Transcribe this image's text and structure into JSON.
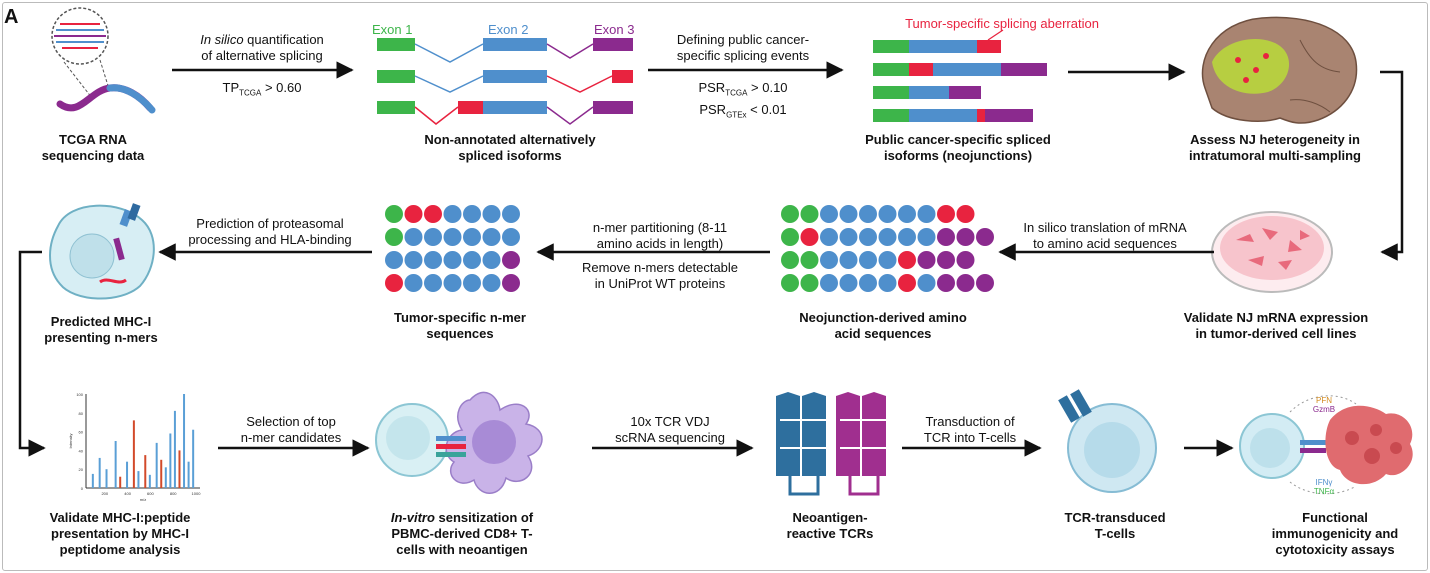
{
  "panel_label": "A",
  "row1": {
    "tcga_label_l1": "TCGA RNA",
    "tcga_label_l2": "sequencing data",
    "arrow1_l1_italic": "In silico",
    "arrow1_l1_rest": " quantification",
    "arrow1_l2": "of alternative splicing",
    "arrow1_l3_main": "TP",
    "arrow1_l3_sub": "TCGA",
    "arrow1_l3_rest": " > 0.60",
    "exon1": "Exon 1",
    "exon2": "Exon 2",
    "exon3": "Exon 3",
    "isoforms_label_l1": "Non-annotated alternatively",
    "isoforms_label_l2": "spliced isoforms",
    "arrow2_l1": "Defining public cancer-",
    "arrow2_l2": "specific splicing events",
    "arrow2_l3_main": "PSR",
    "arrow2_l3_sub": "TCGA",
    "arrow2_l3_rest": " > 0.10",
    "arrow2_l4_main": "PSR",
    "arrow2_l4_sub": "GTEx",
    "arrow2_l4_rest": " < 0.01",
    "aberration": "Tumor-specific splicing aberration",
    "public_label_l1": "Public cancer-specific spliced",
    "public_label_l2": "isoforms (neojunctions)",
    "brain_label_l1": "Assess NJ heterogeneity in",
    "brain_label_l2": "intratumoral multi-sampling"
  },
  "row2": {
    "mhc_label_l1": "Predicted MHC-I",
    "mhc_label_l2": "presenting n-mers",
    "arrow_pred_l1": "Prediction of proteasomal",
    "arrow_pred_l2": "processing and HLA-binding",
    "nmer_label_l1": "Tumor-specific n-mer",
    "nmer_label_l2": "sequences",
    "arrow_part_l1": "n-mer partitioning (8-11",
    "arrow_part_l2": "amino acids in length)",
    "arrow_part_l3": "Remove n-mers detectable",
    "arrow_part_l4": "in UniProt WT proteins",
    "neo_label_l1": "Neojunction-derived amino",
    "neo_label_l2": "acid sequences",
    "arrow_trans_l1": "In silico translation of mRNA",
    "arrow_trans_l2": "to amino acid sequences",
    "dish_label_l1": "Validate NJ mRNA expression",
    "dish_label_l2": "in tumor-derived cell lines"
  },
  "row3": {
    "ms_label_l1": "Validate MHC-I:peptide",
    "ms_label_l2": "presentation by MHC-I",
    "ms_label_l3": "peptidome analysis",
    "ms_ylabel": "Intensity",
    "ms_xlabel": "m/z",
    "ms_yticks": [
      "100",
      "80",
      "60",
      "40",
      "20",
      "0"
    ],
    "ms_xticks": [
      "200",
      "400",
      "600",
      "800",
      "1000"
    ],
    "arrow_sel_l1": "Selection of top",
    "arrow_sel_l2": "n-mer candidates",
    "invitro_l1_italic": "In-vitro",
    "invitro_l1_rest": " sensitization of",
    "invitro_l2": "PBMC-derived CD8+ T-",
    "invitro_l3": "cells with neoantigen",
    "arrow_tcr_l1": "10x TCR VDJ",
    "arrow_tcr_l2": "scRNA sequencing",
    "tcrs_label_l1": "Neoantigen-",
    "tcrs_label_l2": "reactive TCRs",
    "arrow_transd_l1": "Transduction of",
    "arrow_transd_l2": "TCR into T-cells",
    "tcell_label_l1": "TCR-transduced",
    "tcell_label_l2": "T-cells",
    "func_label_l1": "Functional",
    "func_label_l2": "immunogenicity and",
    "func_label_l3": "cytotoxicity assays",
    "prf": "PFN",
    "gzmb": "GzmB",
    "ifng": "IFNγ",
    "tnfa": "TNFα"
  },
  "colors": {
    "green": "#3db54a",
    "blue": "#4f8fcc",
    "red": "#e8233f",
    "purple": "#8b2a8e",
    "arrow": "#111111"
  }
}
